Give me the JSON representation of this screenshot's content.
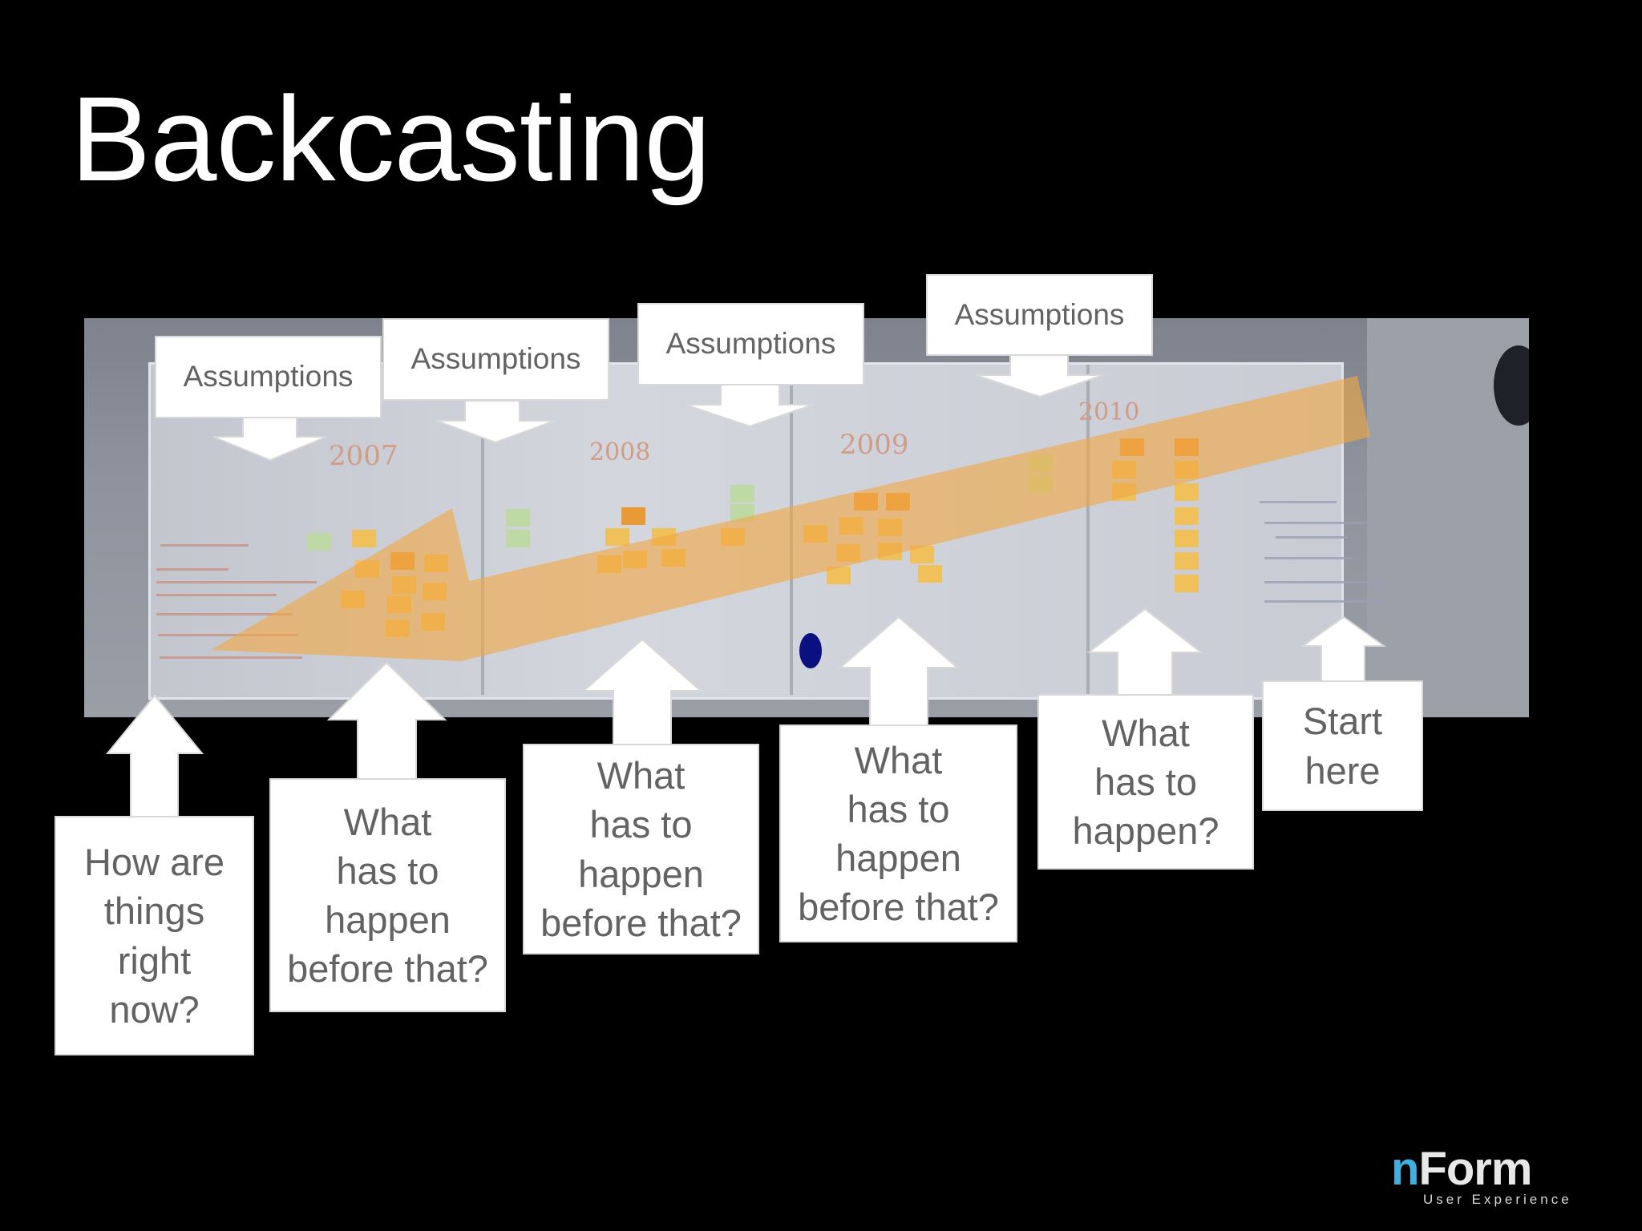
{
  "slide": {
    "title": "Backcasting"
  },
  "whiteboard": {
    "years": [
      "2007",
      "2008",
      "2009",
      "2010"
    ]
  },
  "assumptions": [
    {
      "label": "Assumptions"
    },
    {
      "label": "Assumptions"
    },
    {
      "label": "Assumptions"
    },
    {
      "label": "Assumptions"
    }
  ],
  "questions": [
    {
      "label": "How are\nthings\nright\nnow?"
    },
    {
      "label": "What\nhas to\nhappen\nbefore that?"
    },
    {
      "label": "What\nhas to\nhappen\nbefore that?"
    },
    {
      "label": "What\nhas to\nhappen\nbefore that?"
    },
    {
      "label": "What\nhas to\nhappen?"
    },
    {
      "label": "Start\nhere"
    }
  ],
  "logo": {
    "prefix": "n",
    "name": "Form",
    "tagline": "User Experience"
  },
  "colors": {
    "background": "#000000",
    "box": "#ffffff",
    "box_text": "#636363",
    "big_arrow": "#f0a846",
    "logo_accent": "#3fb0e0"
  }
}
